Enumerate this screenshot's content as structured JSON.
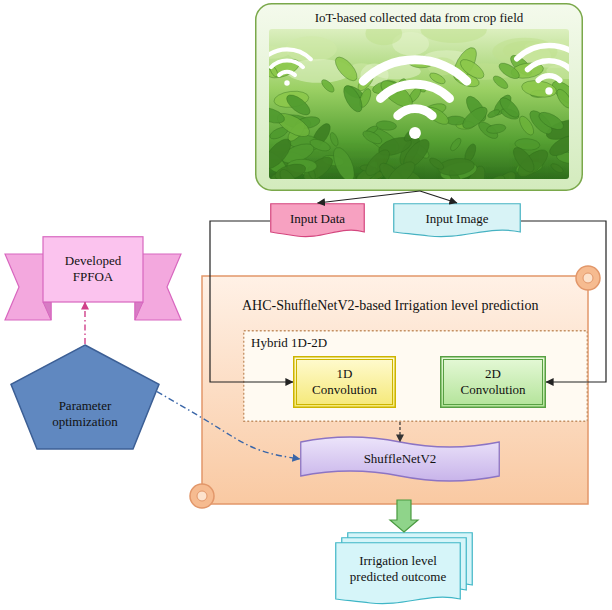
{
  "diagram": {
    "nodes": [
      {
        "text": [
          "IoT-based collected data from crop field"
        ]
      },
      {
        "text": [
          "Input Data"
        ]
      },
      {
        "text": [
          "Input Image"
        ]
      },
      {
        "text": [
          "Developed FPFOA"
        ]
      },
      {
        "text": [
          "AHC-ShuffleNetV2-based Irrigation level prediction"
        ]
      },
      {
        "text": [
          "Hybrid 1D-2D"
        ],
        "in": 4
      },
      {
        "text": [
          "1D Convolution"
        ],
        "in": 5
      },
      {
        "text": [
          "2D Convolution"
        ],
        "in": 5
      },
      {
        "text": [
          "ShuffleNetV2"
        ],
        "in": 4
      },
      {
        "text": [
          "Parameter optimization"
        ]
      },
      {
        "text": [
          "Irrigation level predicted outcome"
        ]
      }
    ],
    "edges": [
      {
        "from": 0,
        "to": 1,
        "arrow": "to"
      },
      {
        "from": 0,
        "to": 2,
        "arrow": "to"
      },
      {
        "from": 1,
        "to": 6,
        "arrow": "to"
      },
      {
        "from": 2,
        "to": 7,
        "arrow": "to"
      },
      {
        "from": 5,
        "to": 8,
        "arrow": "to"
      },
      {
        "from": 9,
        "to": 3,
        "arrow": "to"
      },
      {
        "from": 9,
        "to": 8,
        "arrow": "to"
      },
      {
        "from": 4,
        "to": 10,
        "arrow": "to"
      }
    ]
  }
}
